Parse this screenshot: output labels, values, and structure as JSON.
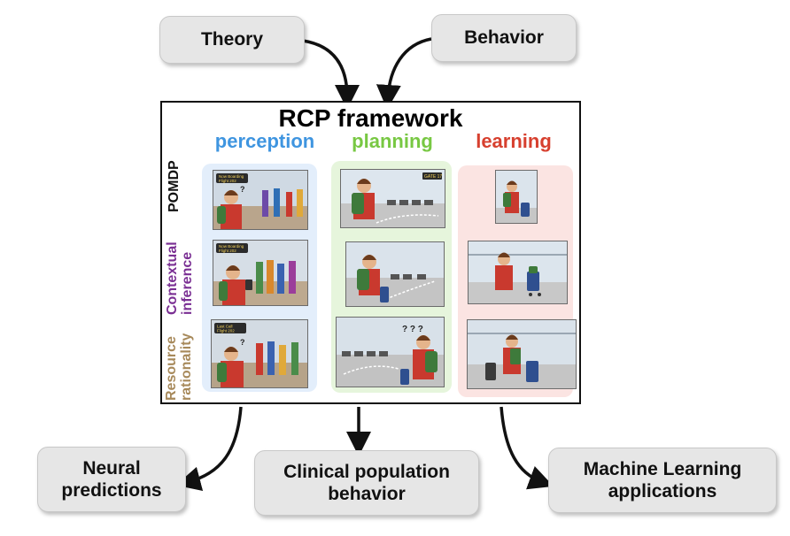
{
  "inputs": {
    "theory": "Theory",
    "behavior": "Behavior"
  },
  "framework": {
    "title": "RCP framework",
    "columns": {
      "perception": {
        "label": "perception",
        "color": "#3f95e0"
      },
      "planning": {
        "label": "planning",
        "color": "#78c843"
      },
      "learning": {
        "label": "learning",
        "color": "#d7402f"
      }
    },
    "rows": {
      "pomdp": "POMDP",
      "contextual_inference": [
        "Contextual",
        "inference"
      ],
      "resource_rationality": [
        "Resource",
        "rationality"
      ]
    },
    "scene_signs": {
      "now_boarding": [
        "Now Boarding",
        "Flight 202"
      ],
      "last_call": [
        "Last Call",
        "Flight 202"
      ],
      "gate": "GATE 17",
      "question_marks": "? ? ?"
    }
  },
  "outputs": {
    "neural": "Neural\npredictions",
    "clinical": "Clinical population\nbehavior",
    "ml": "Machine Learning\napplications"
  }
}
